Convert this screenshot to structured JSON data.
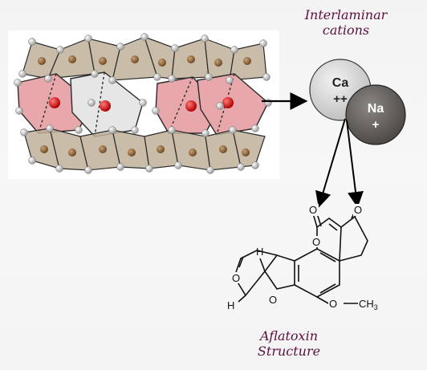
{
  "labels": {
    "interlaminar_line1": "Interlaminar",
    "interlaminar_line2": "cations",
    "aflatoxin_line1": "Aflatoxin",
    "aflatoxin_line2": "Structure"
  },
  "cations": [
    {
      "symbol": "Ca",
      "charge": "++",
      "color": "#cfcfcf"
    },
    {
      "symbol": "Na",
      "charge": "+",
      "color": "#5e5a57"
    }
  ],
  "molecule_labels": {
    "h_top": "H",
    "h_bottom": "H",
    "methoxy": "OCH3",
    "o_ketone_left": "O",
    "o_ketone_right": "O",
    "o_lactone": "O",
    "o_furan": "O",
    "o_furan2": "O",
    "o_methoxy": "O"
  },
  "colors": {
    "title_text": "#5b1040",
    "tetrahedron": "#bfb29a",
    "octahedron_pink": "#e8a7aa",
    "octahedron_white": "#e6e6e6",
    "central_red": "#d01f1f",
    "oxygen_grey": "#bdbdbd"
  }
}
